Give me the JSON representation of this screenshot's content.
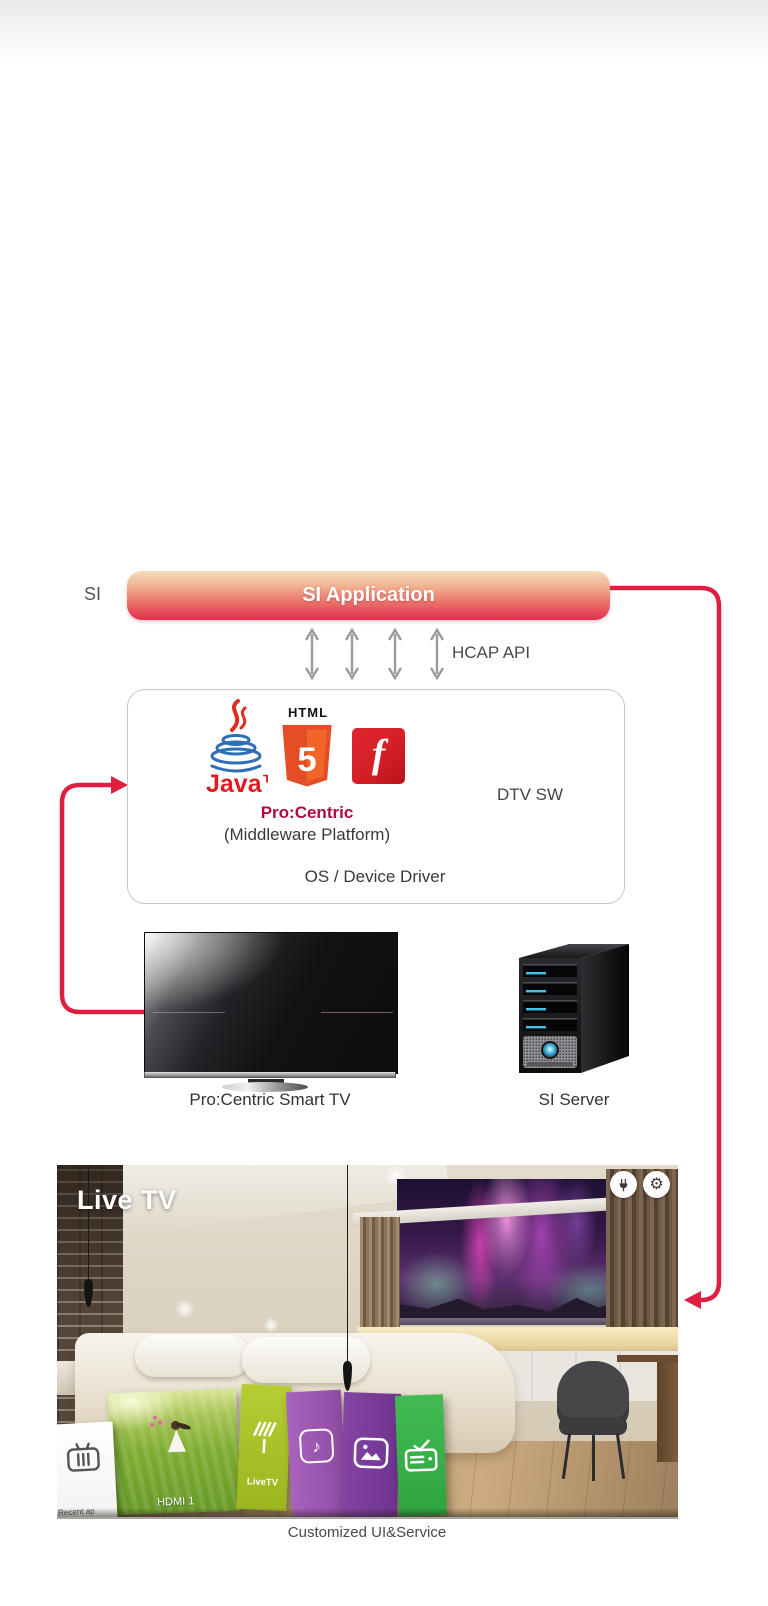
{
  "diagram": {
    "si_label": "SI",
    "banner": {
      "label": "SI Application",
      "gradient_top": "#f6dcba",
      "gradient_bottom": "#e22e4b"
    },
    "hcap_api_label": "HCAP API",
    "dtv_box": {
      "java_label": "Java™",
      "html_label": "HTML",
      "html5_digit": "5",
      "flash_letter": "f",
      "procentric_label": "Pro:Centric",
      "middleware_label": "(Middleware Platform)",
      "dtv_sw_label": "DTV SW",
      "os_label": "OS / Device Driver",
      "procentric_color": "#b00b3c",
      "html5_orange": "#e44d26",
      "flash_red": "#d41f26"
    },
    "tv_label": "Pro:Centric Smart TV",
    "server_label": "SI Server",
    "connector_color": "#e01e41"
  },
  "photo": {
    "overlay_title": "Live TV",
    "top_icons": [
      "input-source-icon",
      "settings-gear-icon"
    ],
    "tiles": [
      {
        "id": "recent-apps",
        "label": "Recent ap",
        "color": "#ffffff"
      },
      {
        "id": "hdmi",
        "label": "HDMI 1",
        "color": "#7fae33"
      },
      {
        "id": "live-tv",
        "label": "LiveTV",
        "color": "#a9c32e"
      },
      {
        "id": "music",
        "label": "",
        "color": "#9c57b0"
      },
      {
        "id": "media",
        "label": "",
        "color": "#7c3f9a"
      },
      {
        "id": "smart-tv",
        "label": "",
        "color": "#3cb24c"
      }
    ],
    "caption": "Customized UI&Service",
    "gear_glyph": "⚙",
    "music_note_glyph": "♪"
  }
}
